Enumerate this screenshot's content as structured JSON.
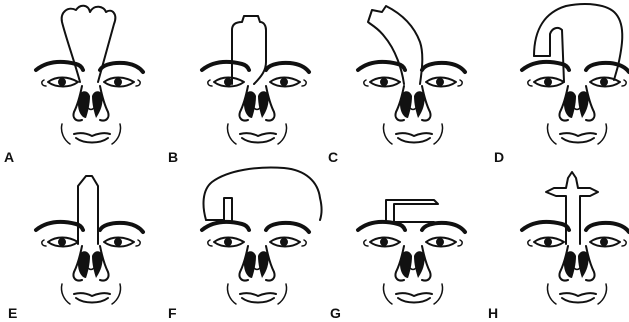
{
  "figure": {
    "panels": [
      {
        "label": "A",
        "flap": "bilobed-forehead-flap"
      },
      {
        "label": "B",
        "flap": "paramedian-forehead-flap-step"
      },
      {
        "label": "C",
        "flap": "oblique-forehead-flap"
      },
      {
        "label": "D",
        "flap": "hemi-forehead-flap"
      },
      {
        "label": "E",
        "flap": "midline-forehead-flap"
      },
      {
        "label": "F",
        "flap": "scalping-flap"
      },
      {
        "label": "G",
        "flap": "horizontal-forehead-flap"
      },
      {
        "label": "H",
        "flap": "cross-shaped-forehead-flap"
      }
    ],
    "ink_color": "#111111",
    "background": "#ffffff"
  }
}
